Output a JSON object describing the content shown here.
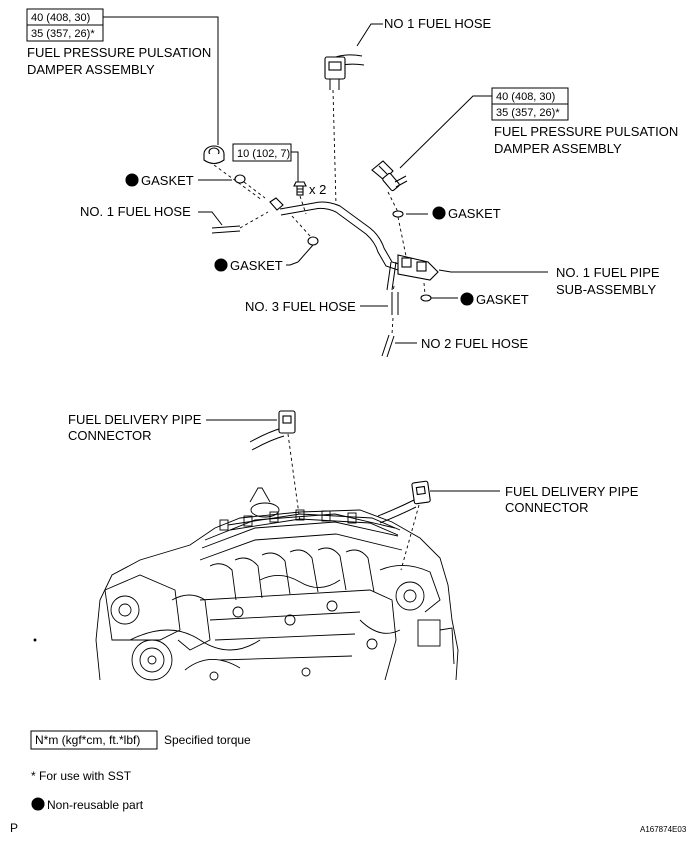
{
  "callouts": {
    "torque_top_left_1": "40 (408, 30)",
    "torque_top_left_2": "35 (357, 26)*",
    "damper_left_1": "FUEL PRESSURE PULSATION",
    "damper_left_2": "DAMPER ASSEMBLY",
    "no1_fuel_hose_top": "NO  1 FUEL HOSE",
    "torque_right_1": "40 (408, 30)",
    "torque_right_2": "35 (357, 26)*",
    "damper_right_1": "FUEL PRESSURE PULSATION",
    "damper_right_2": "DAMPER ASSEMBLY",
    "bolt_torque": "10 (102, 7)",
    "bolt_qty": "x 2",
    "gasket_1": "GASKET",
    "gasket_2": "GASKET",
    "gasket_3": "GASKET",
    "gasket_4": "GASKET",
    "no1_fuel_hose_left": "NO. 1 FUEL HOSE",
    "fuel_pipe_1": "NO. 1 FUEL PIPE",
    "fuel_pipe_2": "SUB-ASSEMBLY",
    "no3_fuel_hose": "NO. 3 FUEL HOSE",
    "no2_fuel_hose": "NO  2 FUEL HOSE",
    "delivery_left_1": "FUEL DELIVERY PIPE",
    "delivery_left_2": "CONNECTOR",
    "delivery_right_1": "FUEL DELIVERY PIPE",
    "delivery_right_2": "CONNECTOR"
  },
  "legend": {
    "torque_box": "N*m (kgf*cm, ft.*lbf)",
    "torque_desc": "Specified torque",
    "sst_note": "* For use with SST",
    "nonreusable": "Non-reusable part"
  },
  "footer": {
    "left_code": "P",
    "figure_id": "A167874E03"
  }
}
